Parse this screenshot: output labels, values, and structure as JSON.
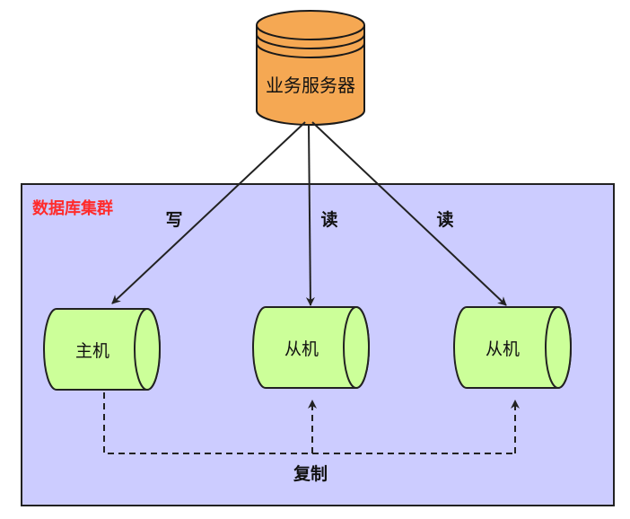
{
  "server": {
    "label": "业务服务器",
    "fill": "#f5a853",
    "stroke": "#1a1a1a"
  },
  "cluster": {
    "label": "数据库集群",
    "label_color": "#ff2b2b",
    "fill": "#ccccff",
    "stroke": "#222222"
  },
  "nodes": {
    "master": {
      "label": "主机"
    },
    "slave1": {
      "label": "从机"
    },
    "slave2": {
      "label": "从机"
    },
    "fill": "#ccff99"
  },
  "edges": {
    "write_label": "写",
    "read1_label": "读",
    "read2_label": "读",
    "replication_label": "复制"
  }
}
